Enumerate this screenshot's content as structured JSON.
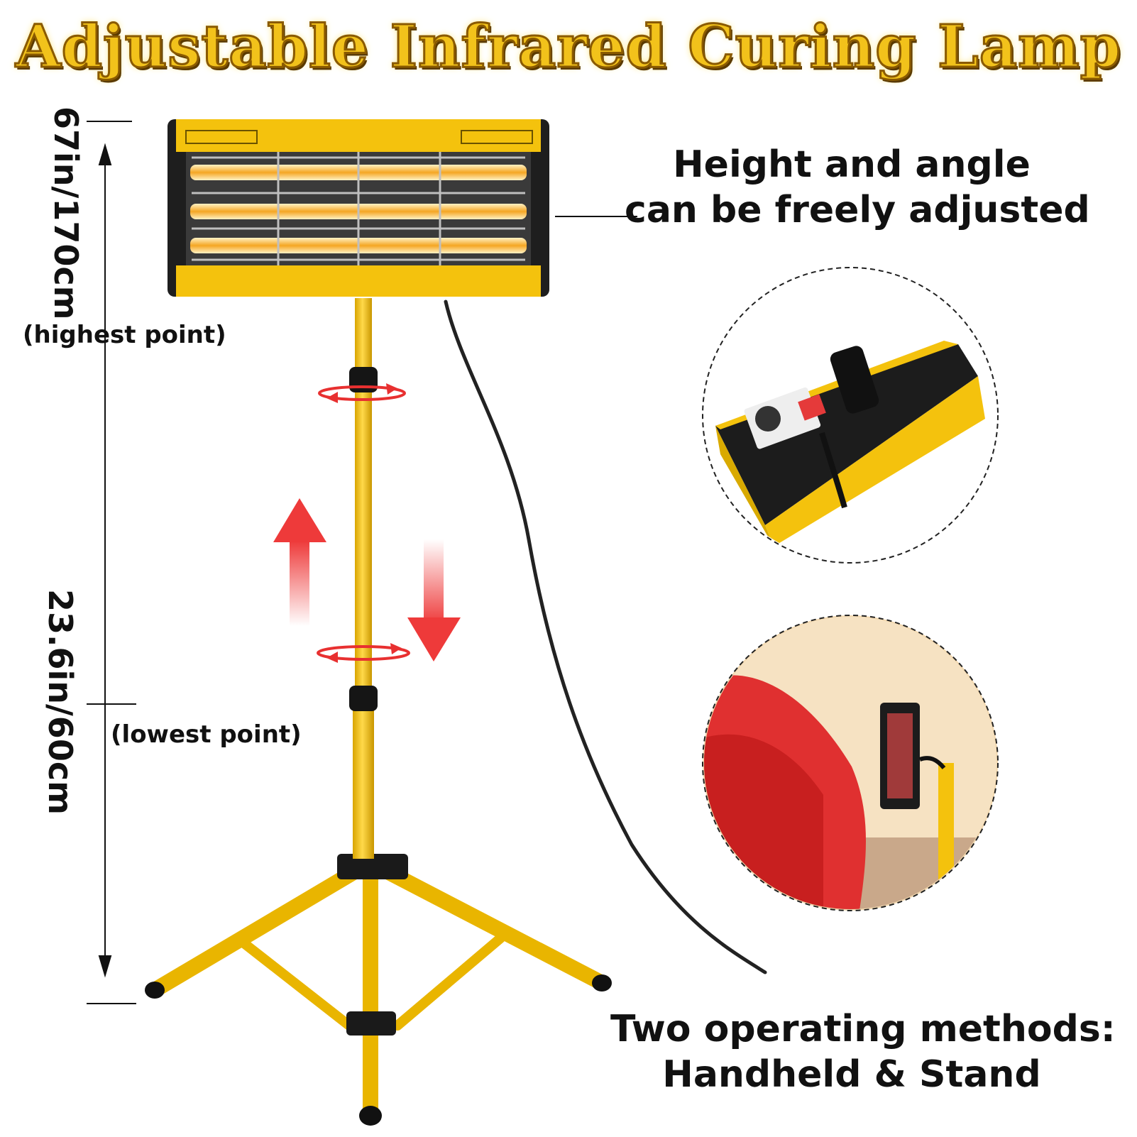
{
  "title": "Adjustable Infrared Curing Lamp",
  "features": {
    "adjust_line1": "Height and angle",
    "adjust_line2": "can be freely adjusted",
    "methods_line1": "Two operating methods:",
    "methods_line2": "Handheld & Stand"
  },
  "dimensions": {
    "max_height": "67in/170cm",
    "max_caption": "(highest point)",
    "min_height": "23.6in/60cm",
    "min_caption": "(lowest point)"
  },
  "colors": {
    "stand_yellow": "#f4c20d",
    "title_gold": "#f2c21b",
    "arrow_red": "#ee3a3a"
  },
  "icons": [
    "rotate-arrow-icon",
    "up-arrow-icon",
    "down-arrow-icon"
  ]
}
